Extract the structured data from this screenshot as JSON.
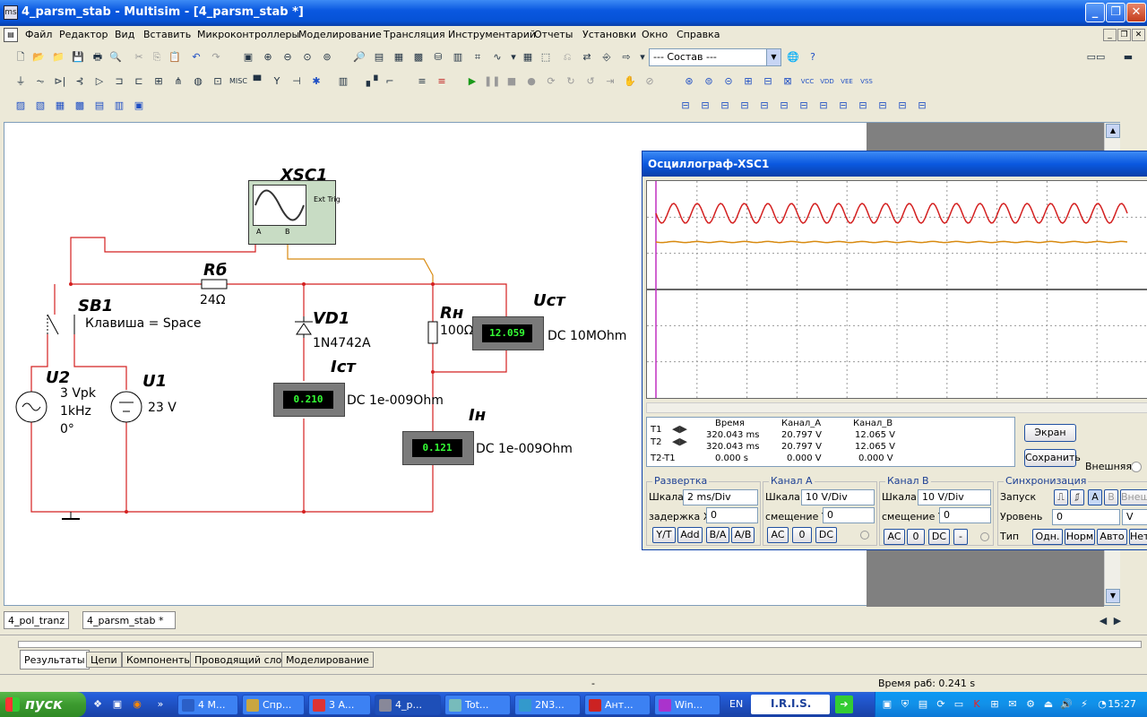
{
  "window": {
    "title": "4_parsm_stab - Multisim - [4_parsm_stab *]",
    "app_icon": "ms"
  },
  "menu": [
    "Файл",
    "Редактор",
    "Вид",
    "Вставить",
    "Микроконтроллеры",
    "Моделирование",
    "Трансляция",
    "Инструментарий",
    "Отчеты",
    "Установки",
    "Окно",
    "Справка"
  ],
  "toolbar": {
    "component_combo": "--- Состав ---"
  },
  "schematic": {
    "xsc1": "XSC1",
    "xsc1_ext": "Ext Trig",
    "xsc1_a": "A",
    "xsc1_b": "B",
    "rb_ref": "Rб",
    "rb_val": "24Ω",
    "sb1_ref": "SB1",
    "sb1_val": "Клавиша = Space",
    "vd1_ref": "VD1",
    "vd1_val": "1N4742A",
    "rn_ref": "Rн",
    "rn_val": "100Ω",
    "ucm_ref": "Uст",
    "ucm_value": "12.059",
    "ucm_val": "DC  10MOhm",
    "icm_ref": "Iст",
    "icm_value": "0.210",
    "icm_val": "DC  1e-009Ohm",
    "in_ref": "Iн",
    "in_value": "0.121",
    "in_val": "DC  1e-009Ohm",
    "u2_ref": "U2",
    "u2_v1": "3 Vpk",
    "u2_v2": "1kHz",
    "u2_v3": "0°",
    "u1_ref": "U1",
    "u1_val": "23 V"
  },
  "oscilloscope": {
    "title": "Осциллограф-XSC1",
    "readout": {
      "headers": [
        "Время",
        "Канал_A",
        "Канал_B"
      ],
      "t1": {
        "label": "T1",
        "time": "320.043 ms",
        "a": "20.797 V",
        "b": "12.065 V"
      },
      "t2": {
        "label": "T2",
        "time": "320.043 ms",
        "a": "20.797 V",
        "b": "12.065 V"
      },
      "dt": {
        "label": "T2-T1",
        "time": "0.000 s",
        "a": "0.000 V",
        "b": "0.000 V"
      }
    },
    "buttons": {
      "screen": "Экран",
      "save": "Сохранить",
      "external": "Внешняя"
    },
    "timebase": {
      "title": "Развертка",
      "scale_label": "Шкала",
      "scale": "2 ms/Div",
      "xpos_label": "задержка X",
      "xpos": "0",
      "modes": [
        "Y/T",
        "Add",
        "B/A",
        "A/B"
      ]
    },
    "channel_a": {
      "title": "Канал A",
      "scale_label": "Шкала",
      "scale": "10  V/Div",
      "ypos_label": "смещение Y",
      "ypos": "0",
      "coupling": [
        "AC",
        "0",
        "DC"
      ]
    },
    "channel_b": {
      "title": "Канал B",
      "scale_label": "Шкала",
      "scale": "10  V/Div",
      "ypos_label": "смещение Y",
      "ypos": "0",
      "coupling": [
        "AC",
        "0",
        "DC",
        "-"
      ]
    },
    "trigger": {
      "title": "Синхронизация",
      "edge_label": "Запуск",
      "edge_sources": [
        "A",
        "B",
        "Внеш"
      ],
      "level_label": "Уровень",
      "level": "0",
      "level_unit": "V",
      "type_label": "Тип",
      "types": [
        "Одн.",
        "Норм",
        "Авто",
        "Нет"
      ]
    },
    "colors": {
      "channel_a": "#d42020",
      "channel_b": "#d88a10"
    }
  },
  "sheet_tabs": [
    "4_pol_tranz",
    "4_parsm_stab *"
  ],
  "results_tabs": [
    "Результаты",
    "Цепи",
    "Компоненты",
    "Проводящий слой",
    "Моделирование"
  ],
  "status": {
    "sim_time": "Время раб: 0.241 s",
    "separator": "-"
  },
  "taskbar": {
    "start": "пуск",
    "tasks": [
      "4 M...",
      "Спр...",
      "3 A...",
      "4_p...",
      "Tot...",
      "2N3...",
      "Ант...",
      "Win..."
    ],
    "lang": "EN",
    "iris": "I.R.I.S.",
    "clock": "15:27"
  }
}
